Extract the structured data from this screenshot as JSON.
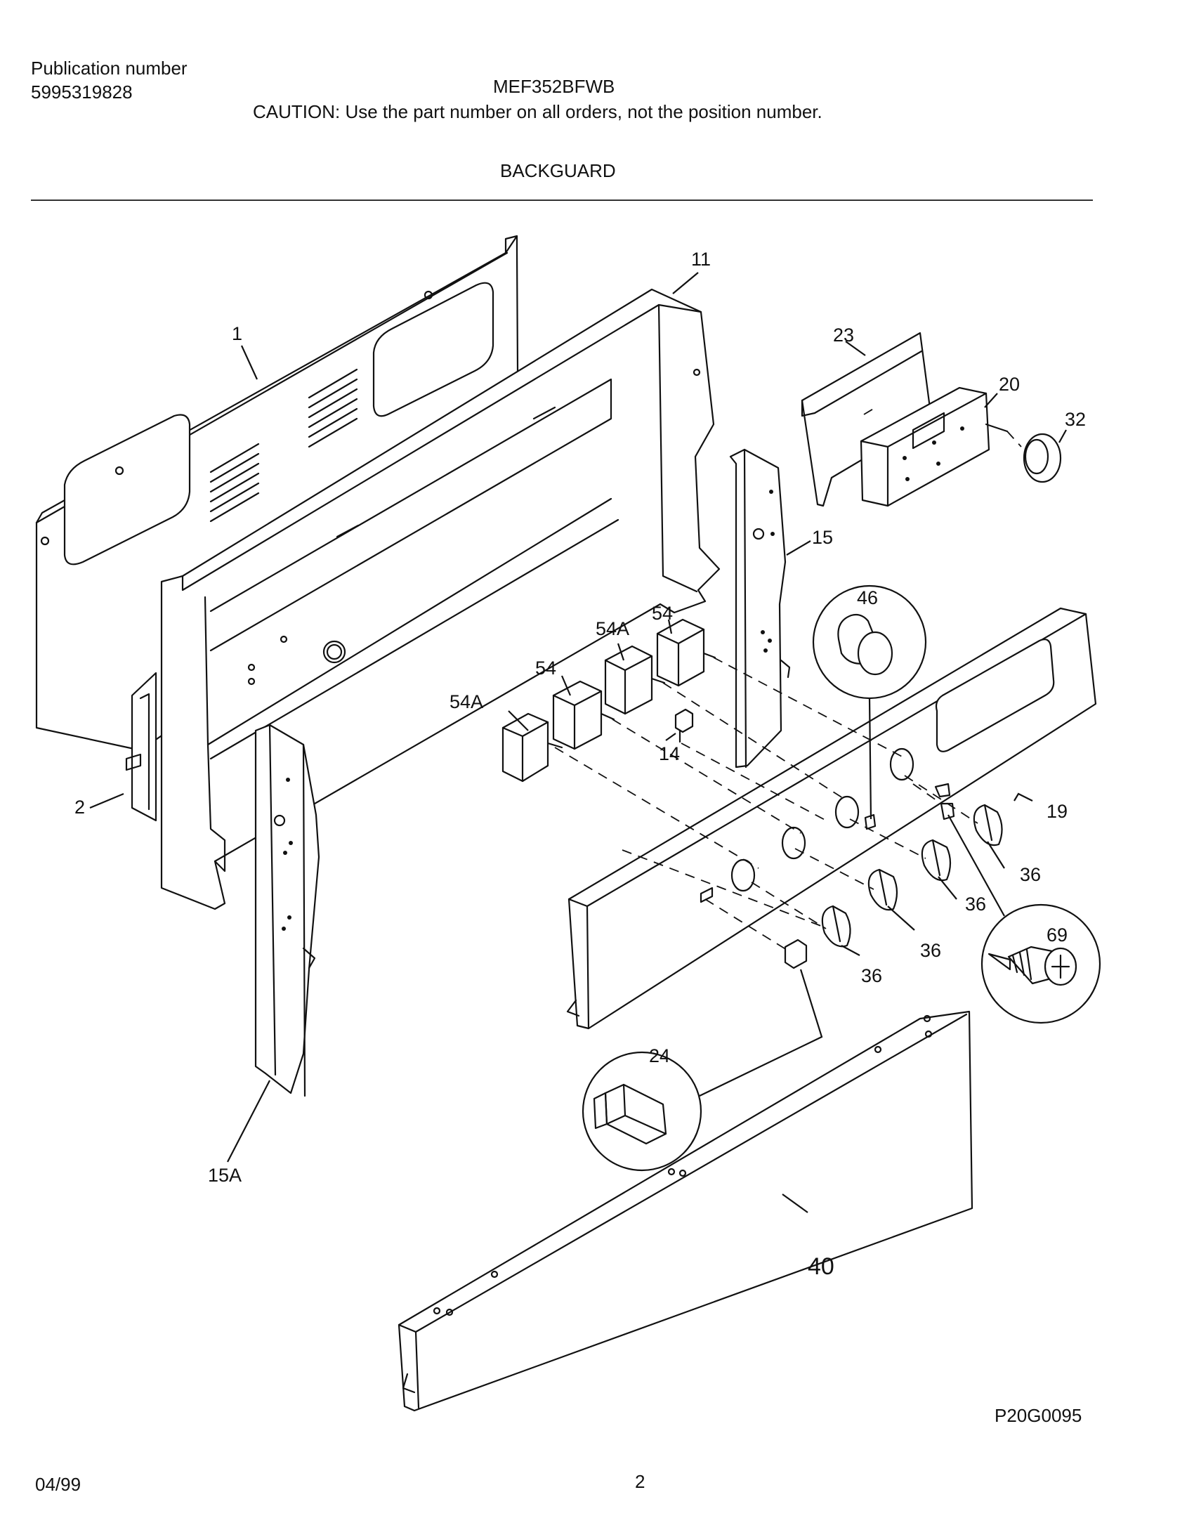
{
  "header": {
    "publication_label": "Publication number",
    "publication_number": "5995319828",
    "model": "MEF352BFWB",
    "caution": "CAUTION:  Use the part number on all orders, not the position number.",
    "section_title": "BACKGUARD"
  },
  "footer": {
    "date": "04/99",
    "page_number": "2",
    "diagram_code": "P20G0095"
  },
  "callouts": {
    "c1": "1",
    "c2": "2",
    "c11": "11",
    "c14": "14",
    "c15": "15",
    "c15a": "15A",
    "c19": "19",
    "c20": "20",
    "c23": "23",
    "c24": "24",
    "c32": "32",
    "c36a": "36",
    "c36b": "36",
    "c36c": "36",
    "c36d": "36",
    "c40": "40",
    "c46": "46",
    "c54a": "54",
    "c54b": "54",
    "c54Aa": "54A",
    "c54Ab": "54A",
    "c69": "69"
  }
}
